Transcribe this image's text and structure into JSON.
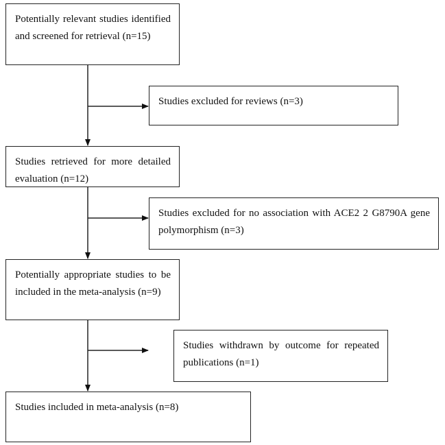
{
  "flowchart": {
    "main_steps": [
      {
        "text": "Potentially relevant studies identified and screened for retrieval (n=15)"
      },
      {
        "text": "Studies retrieved for more detailed evaluation (n=12)"
      },
      {
        "text": "Potentially appropriate studies to be included in the meta-analysis (n=9)"
      },
      {
        "text": "Studies included in meta-analysis (n=8)"
      }
    ],
    "exclusions": [
      {
        "text": "Studies excluded for reviews (n=3)"
      },
      {
        "text": "Studies excluded for no association with ACE2 2 G8790A gene polymorphism (n=3)"
      },
      {
        "text": "Studies withdrawn by outcome for repeated publications (n=1)"
      }
    ]
  }
}
